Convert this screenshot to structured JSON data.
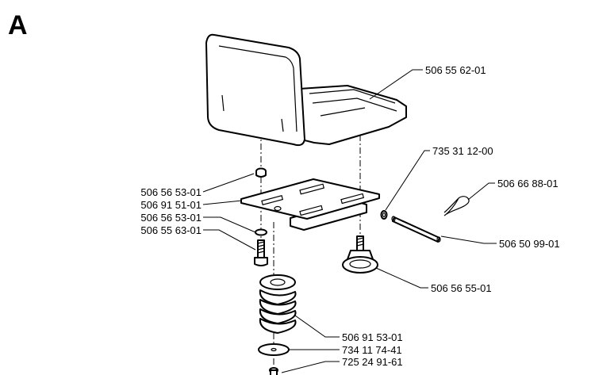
{
  "section_letter": "A",
  "parts": [
    {
      "id": "seat",
      "number": "506 55 62-01"
    },
    {
      "id": "lock-nut",
      "number": "735 31 12-00"
    },
    {
      "id": "hair-pin",
      "number": "506 66 88-01"
    },
    {
      "id": "nut-left",
      "number": "506 56 53-01"
    },
    {
      "id": "bracket",
      "number": "506 91 51-01"
    },
    {
      "id": "washer-left",
      "number": "506 56 53-01"
    },
    {
      "id": "screw-left",
      "number": "506 55 63-01"
    },
    {
      "id": "pin",
      "number": "506 50 99-01"
    },
    {
      "id": "knob",
      "number": "506 56 55-01"
    },
    {
      "id": "spring",
      "number": "506 91 53-01"
    },
    {
      "id": "washer-bottom",
      "number": "734 11 74-41"
    },
    {
      "id": "screw-bottom",
      "number": "725 24 91-61"
    }
  ]
}
